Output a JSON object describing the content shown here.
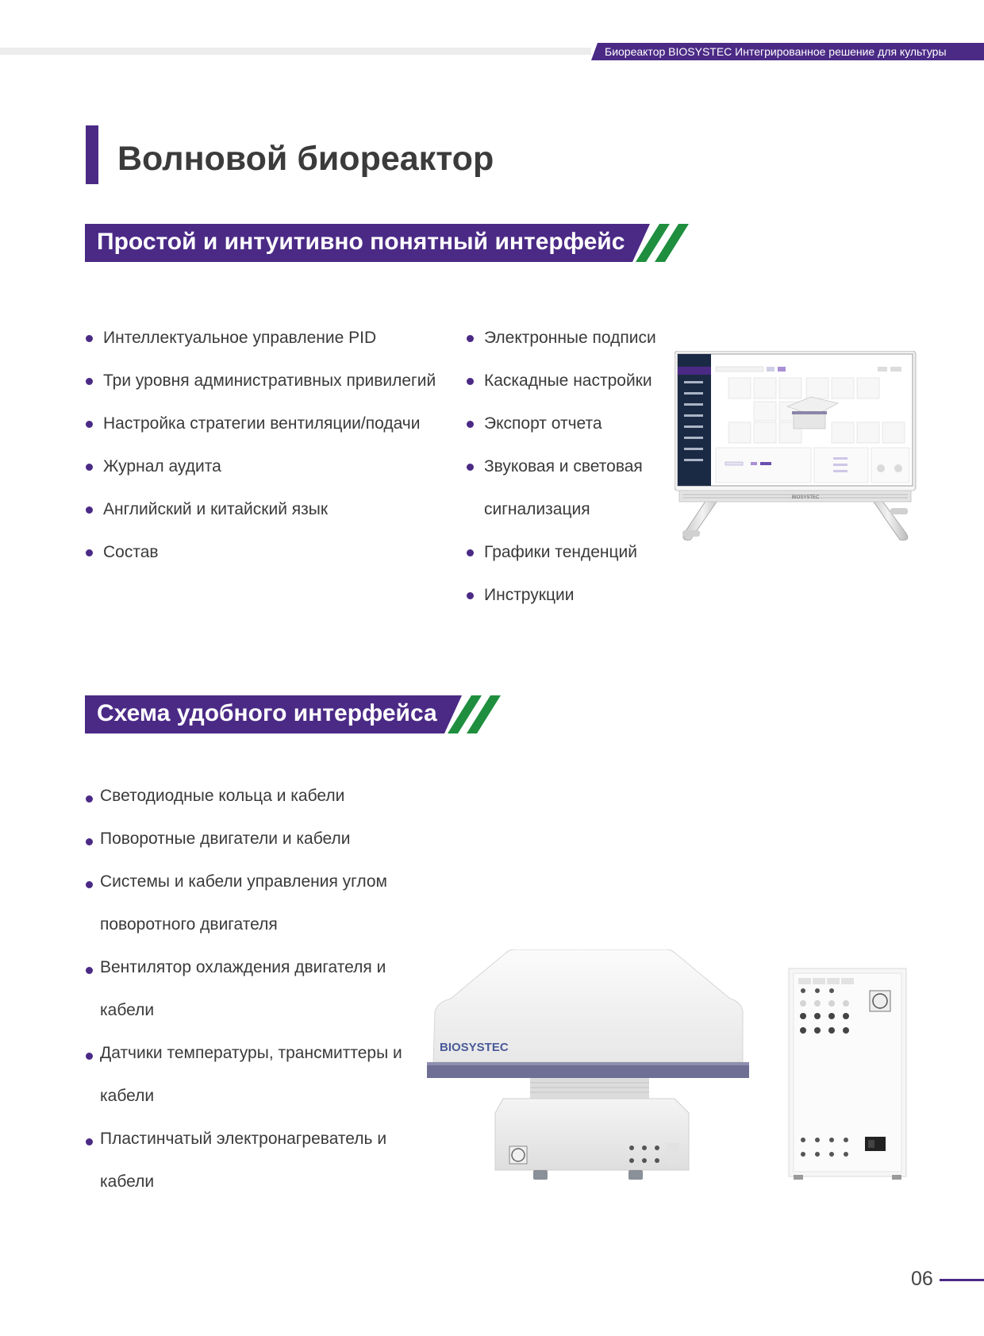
{
  "header": {
    "banner_text": "Биореактор BIOSYSTEC Интегрированное решение для культуры"
  },
  "page_title": "Волновой биореактор",
  "section1": {
    "heading": "Простой и интуитивно понятный интерфейс",
    "left_items": [
      "Интеллектуальное управление PID",
      "Три уровня административных привилегий",
      "Настройка стратегии вентиляции/подачи",
      "Журнал аудита",
      "Английский и китайский язык",
      "Состав"
    ],
    "right_items": [
      "Электронные подписи",
      "Каскадные настройки",
      "Экспорт отчета",
      "Звуковая и световая",
      "сигнализация",
      "Графики тенденций",
      "Инструкции"
    ]
  },
  "section2": {
    "heading": "Схема удобного интерфейса",
    "items": [
      "Светодиодные кольца и кабели",
      " Поворотные двигатели и кабели",
      "Системы и кабели управления углом",
      "поворотного двигателя",
      "Вентилятор охлаждения двигателя и",
      "кабели",
      "Датчики температуры, трансмиттеры и",
      "кабели",
      "Пластинчатый электронагреватель и",
      "кабели"
    ]
  },
  "device_logo": "BIOSYSTEC",
  "monitor_logo": "BIOSYSTEC",
  "page_number": "06",
  "colors": {
    "brand_purple": "#4b2a86",
    "accent_green": "#1f8f3f"
  }
}
